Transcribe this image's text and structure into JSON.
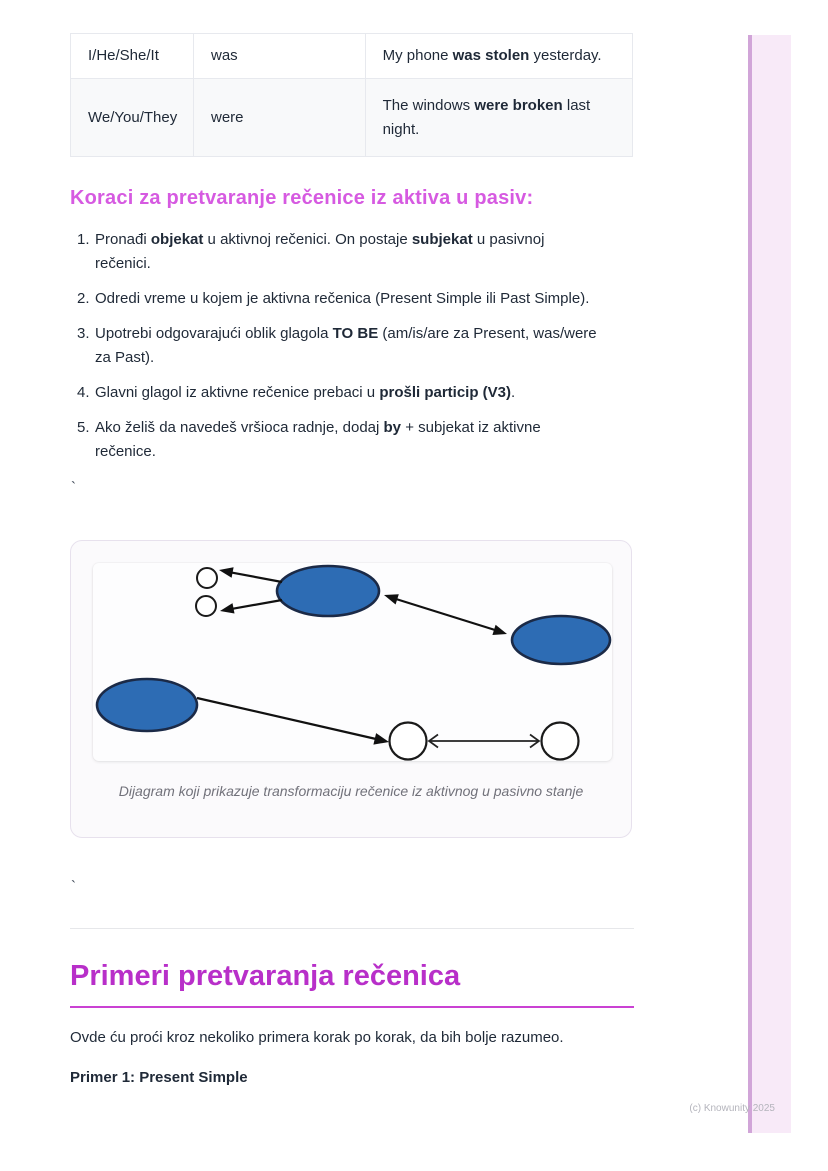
{
  "table": {
    "rows": [
      {
        "subject": "I/He/She/It",
        "verb": "was",
        "example": {
          "pre": "My phone ",
          "bold": "was stolen",
          "post": " yesterday."
        }
      },
      {
        "subject": "We/You/They",
        "verb": "were",
        "example": {
          "pre": "The windows ",
          "bold": "were broken",
          "post": " last night."
        }
      }
    ]
  },
  "section": {
    "heading": "Koraci za pretvaranje rečenice iz aktiva u pasiv:",
    "heading_color": "#d65ae1"
  },
  "steps": {
    "items": [
      {
        "num": "1.",
        "pre": "Pronađi ",
        "b1": "objekat",
        "mid": " u aktivnoj rečenici. On postaje ",
        "b2": "subjekat",
        "post": " u pasivnoj rečenici."
      },
      {
        "num": "2.",
        "pre": "Odredi vreme u kojem je aktivna rečenica (Present Simple ili Past Simple).",
        "b1": "",
        "mid": "",
        "b2": "",
        "post": ""
      },
      {
        "num": "3.",
        "pre": "Upotrebi odgovarajući oblik glagola ",
        "b1": "TO BE",
        "mid": " (am/is/are za Present, was/were za Past).",
        "b2": "",
        "post": ""
      },
      {
        "num": "4.",
        "pre": "Glavni glagol iz aktivne rečenice prebaci u ",
        "b1": "prošli particip (V3)",
        "mid": ".",
        "b2": "",
        "post": ""
      },
      {
        "num": "5.",
        "pre": "Ako želiš da navedeš vršioca radnje, dodaj ",
        "b1": "by",
        "mid": " + subjekat iz aktivne rečenice.",
        "b2": "",
        "post": ""
      }
    ]
  },
  "stray": {
    "tick1": "`",
    "tick2": "`"
  },
  "figure": {
    "caption": "Dijagram koji prikazuje transformaciju rečenice iz aktivnog u pasivno stanje",
    "shape_fill": "#2d6cb4",
    "shape_stroke": "#1b2a47"
  },
  "examples": {
    "heading": "Primeri pretvaranja rečenica",
    "heading_color": "#b82fc9",
    "intro": "Ovde ću proći kroz nekoliko primera korak po korak, da bih bolje razumeo.",
    "example1_title": "Primer 1: Present Simple"
  },
  "footer": {
    "copyright": "(c) Knowunity 2025"
  },
  "decor": {
    "strip_fill": "#f8eaf8",
    "strip_edge": "#d1a5d8"
  }
}
